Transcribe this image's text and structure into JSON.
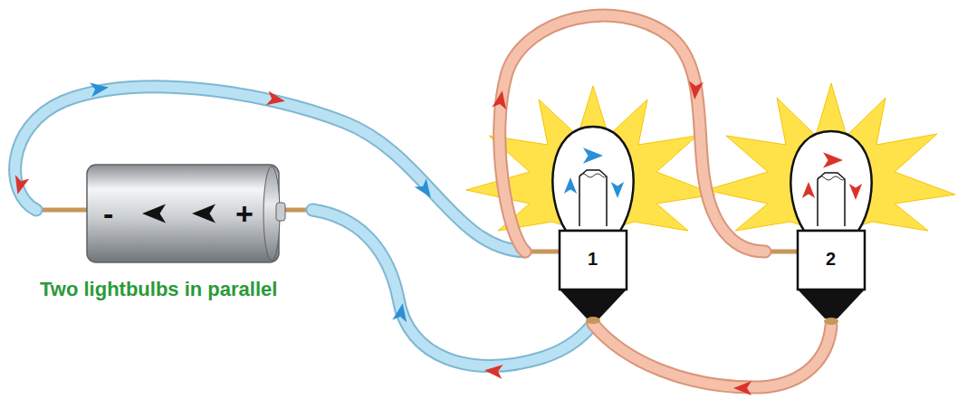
{
  "diagram": {
    "labels": [
      "-",
      "+",
      "1",
      "2",
      "Two lightbulbs in parallel"
    ]
  }
}
